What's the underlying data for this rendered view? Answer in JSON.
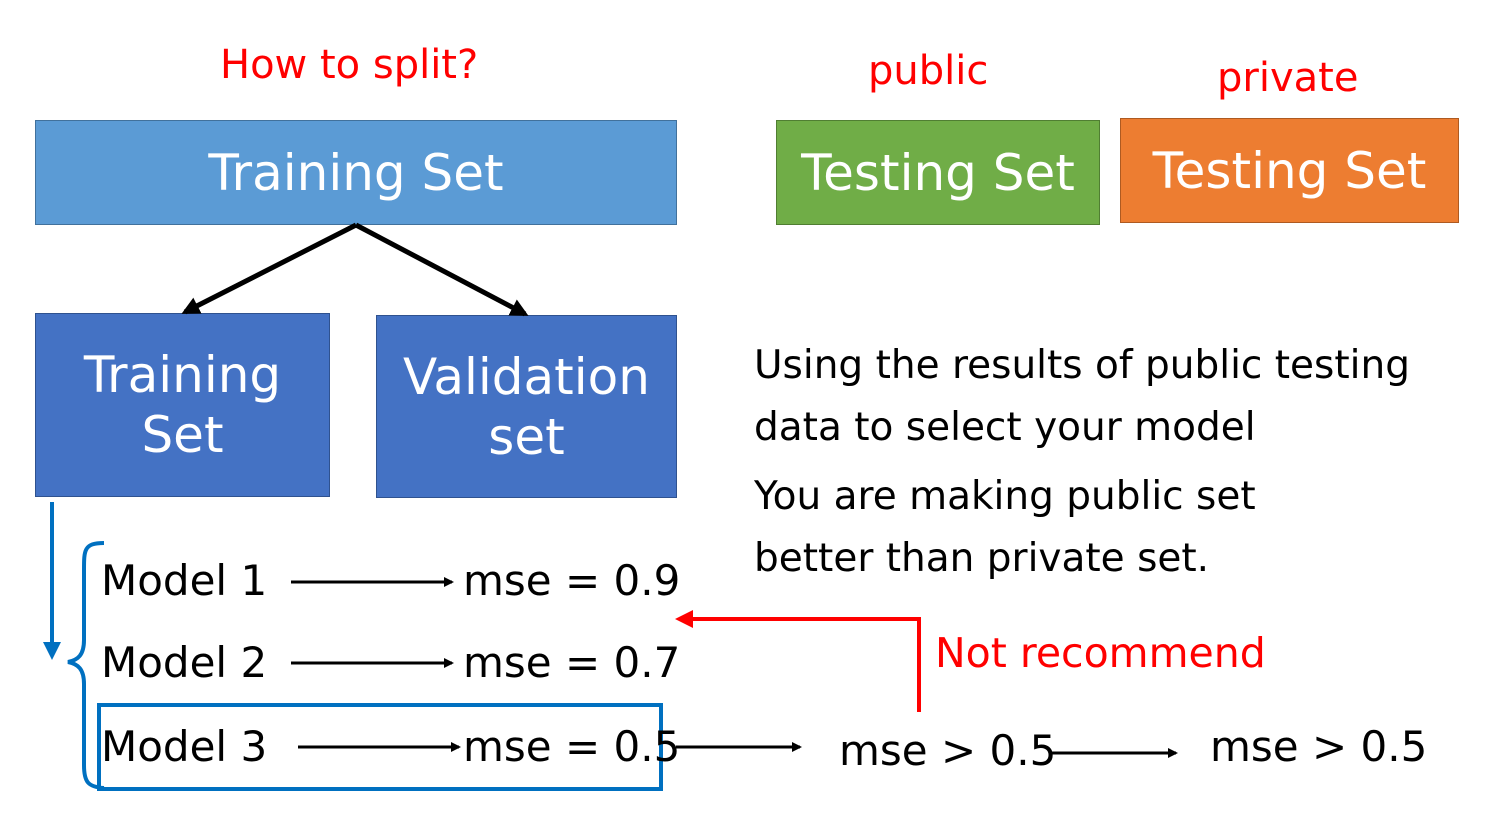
{
  "top": {
    "question": "How to split?",
    "training_set": "Training Set",
    "public_label": "public",
    "private_label": "private",
    "public_testing": "Testing Set",
    "private_testing": "Testing Set"
  },
  "split": {
    "training_line1": "Training",
    "training_line2": "Set",
    "validation_line1": "Validation",
    "validation_line2": "set"
  },
  "models": [
    {
      "name": "Model 1",
      "mse": "mse = 0.9"
    },
    {
      "name": "Model 2",
      "mse": "mse = 0.7"
    },
    {
      "name": "Model 3",
      "mse": "mse = 0.5"
    }
  ],
  "note": {
    "line1": "Using the results of public testing",
    "line2": "data to select your model",
    "line3": "You are making public set",
    "line4": "better than private set.",
    "not_recommend": "Not recommend"
  },
  "results": {
    "public_mse": "mse > 0.5",
    "private_mse": "mse > 0.5"
  },
  "colors": {
    "training_top": "#5b9bd5",
    "split_boxes": "#4472c4",
    "public_box": "#70ad47",
    "private_box": "#ed7d31",
    "highlight": "#0070c0",
    "red": "#ff0000"
  }
}
